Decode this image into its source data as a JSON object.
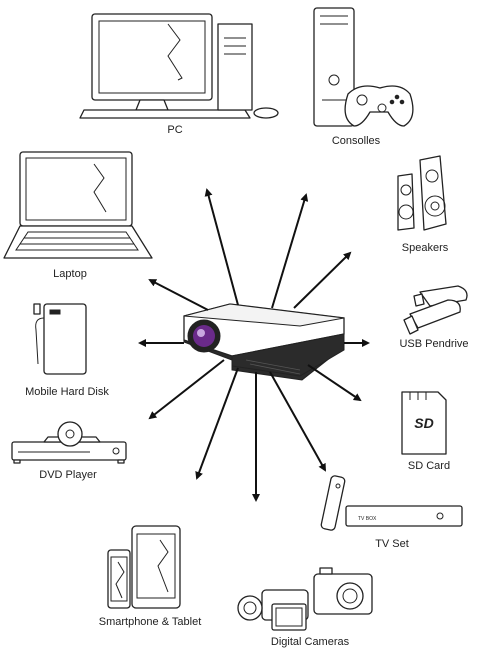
{
  "devices": [
    {
      "id": "pc",
      "label": "PC"
    },
    {
      "id": "consoles",
      "label": "Consolles"
    },
    {
      "id": "laptop",
      "label": "Laptop"
    },
    {
      "id": "speakers",
      "label": "Speakers"
    },
    {
      "id": "usb",
      "label": "USB Pendrive"
    },
    {
      "id": "hdd",
      "label": "Mobile Hard Disk"
    },
    {
      "id": "sdcard",
      "label": "SD Card"
    },
    {
      "id": "dvd",
      "label": "DVD Player"
    },
    {
      "id": "tv",
      "label": "TV Set"
    },
    {
      "id": "phone",
      "label": "Smartphone & Tablet"
    },
    {
      "id": "cameras",
      "label": "Digital Cameras"
    }
  ],
  "sd_logo": "SD",
  "tv_box_text": "TV BOX",
  "colors": {
    "line": "#222222",
    "projector_body": "#ffffff",
    "projector_base": "#2b2b2b",
    "lens": "#6a2a8a"
  }
}
